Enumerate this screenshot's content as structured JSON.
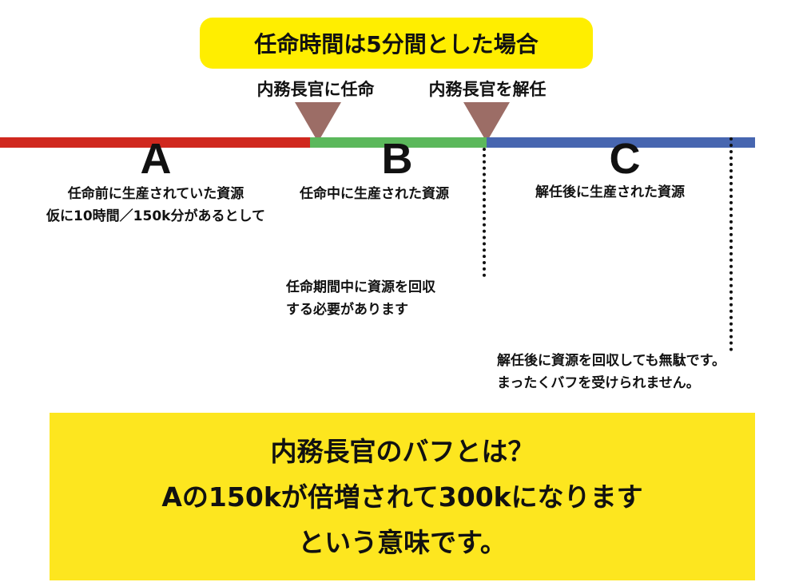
{
  "title": "任命時間は5分間とした場合",
  "markers": {
    "appoint": "内務長官に任命",
    "dismiss": "内務長官を解任"
  },
  "segments": [
    {
      "letter": "A",
      "color": "#D0281E",
      "lines": [
        "任命前に生産されていた資源",
        "仮に10時間／150k分があるとして"
      ]
    },
    {
      "letter": "B",
      "color": "#5BB85B",
      "lines": [
        "任命中に生産された資源"
      ]
    },
    {
      "letter": "C",
      "color": "#4766B0",
      "lines": [
        "解任後に生産された資源"
      ]
    }
  ],
  "notes": {
    "during": [
      "任命期間中に資源を回収",
      "する必要があります"
    ],
    "after": [
      "解任後に資源を回収しても無駄です。",
      "まったくバフを受けられません。"
    ]
  },
  "summary": [
    "内務長官のバフとは？",
    "Aの150kが倍増されて300kになります",
    "という意味です。"
  ]
}
